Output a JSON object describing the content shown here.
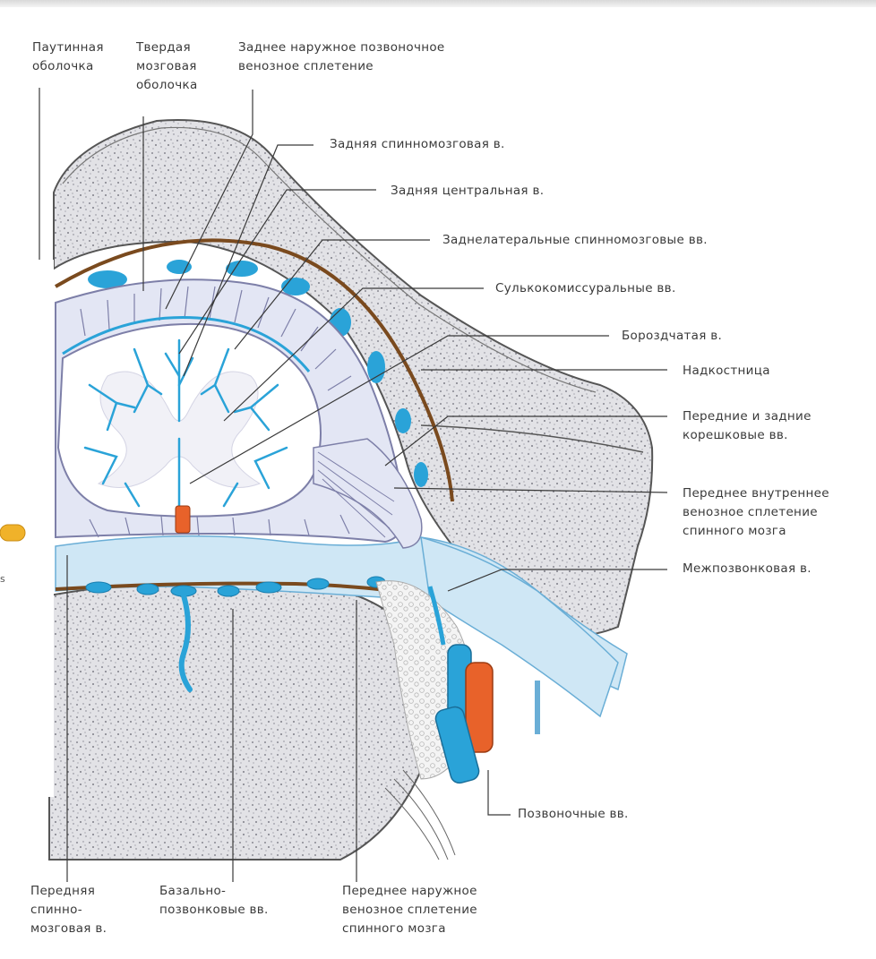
{
  "colors": {
    "vein": "#2aa3d8",
    "vein_light": "#cfe7f5",
    "artery": "#e8622a",
    "dura": "#7a4a1e",
    "bone": "#b9b9c2",
    "marker": "#f0b22a"
  },
  "icons": {
    "left_marker": "orange-tab-icon"
  },
  "fragment_text": "s",
  "labels": {
    "arachnoid": "Паутинная\nоболочка",
    "dura_mater": "Твердая\nмозговая\nоболочка",
    "posterior_external_plexus": "Заднее наружное позвоночное\nвенозное сплетение",
    "posterior_spinal_vein": "Задняя спинномозговая в.",
    "posterior_central_vein": "Задняя центральная в.",
    "posterolateral_spinal_veins": "Заднелатеральные спинномозговые вв.",
    "sulcocommissural_veins": "Сулькокомиссуральные вв.",
    "sulcal_vein": "Бороздчатая в.",
    "periosteum": "Надкостница",
    "radicular_veins": "Передние и задние\nкорешковые вв.",
    "anterior_internal_plexus": "Переднее внутреннее\nвенозное сплетение\nспинного мозга",
    "intervertebral_vein": "Межпозвонковая в.",
    "vertebral_veins": "Позвоночные вв.",
    "anterior_spinal_vein": "Передняя\nспинно-\nмозговая в.",
    "basivertebral_veins": "Базально-\nпозвонковые вв.",
    "anterior_external_plexus": "Переднее наружное\nвенозное сплетение\nспинного мозга"
  }
}
